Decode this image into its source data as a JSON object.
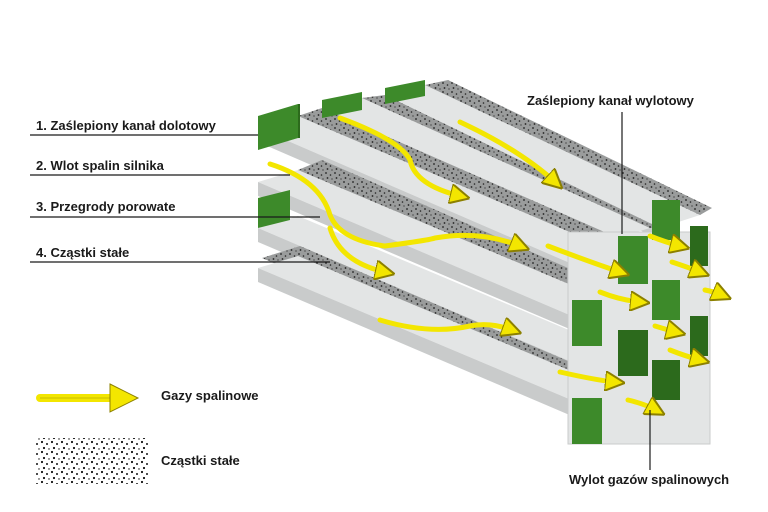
{
  "callouts": {
    "plugged_inlet": "1. Zaślepiony kanał dolotowy",
    "engine_exhaust_inlet": "2. Wlot spalin silnika",
    "porous_walls": "3. Przegrody porowate",
    "particulates": "4. Cząstki stałe",
    "plugged_outlet": "Zaślepiony kanał wylotowy",
    "exhaust_outlet": "Wylot gazów spalinowych"
  },
  "legend": {
    "gas_label": "Gazy spalinowe",
    "gas_icon": "yellow-arrow-icon",
    "particles_label": "Cząstki stałe",
    "particles_icon": "dot-pattern-icon"
  },
  "colors": {
    "plug_green": "#3d8a2a",
    "plug_green_dark": "#2c6a1c",
    "wall_top": "#e3e5e5",
    "wall_side": "#c9cbcb",
    "porous_fill": "#8b8d8d",
    "gas_arrow": "#f3e600",
    "gas_arrow_outline": "#8c8000",
    "leader_line": "#1a1a1a"
  }
}
